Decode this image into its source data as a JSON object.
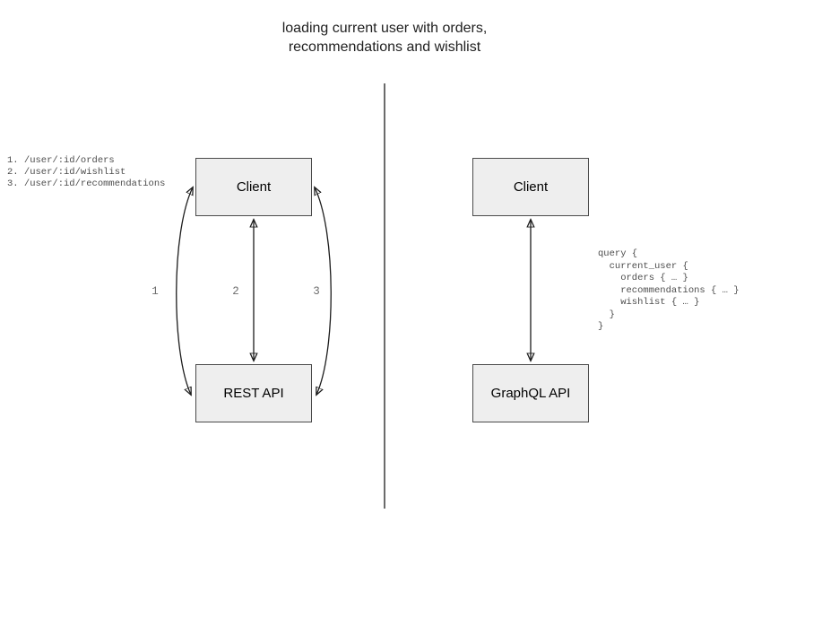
{
  "title": "loading current user with orders,\nrecommendations and wishlist",
  "colors": {
    "background": "#ffffff",
    "box_fill": "#eeeeee",
    "box_border": "#4a4a4a",
    "arrow": "#1c1c1c",
    "divider": "#6b6b6b",
    "mono_text": "#4d4d4d",
    "number_label": "#6e6e6e"
  },
  "left_panel": {
    "endpoints": [
      "1. /user/:id/orders",
      "2. /user/:id/wishlist",
      "3. /user/:id/recommendations"
    ],
    "client_box_label": "Client",
    "api_box_label": "REST API",
    "arrow_labels": {
      "first": "1",
      "second": "2",
      "third": "3"
    }
  },
  "right_panel": {
    "client_box_label": "Client",
    "api_box_label": "GraphQL API",
    "query_lines": [
      "query {",
      "  current_user {",
      "    orders { … }",
      "    recommendations { … }",
      "    wishlist { … }",
      "  }",
      "}"
    ]
  }
}
